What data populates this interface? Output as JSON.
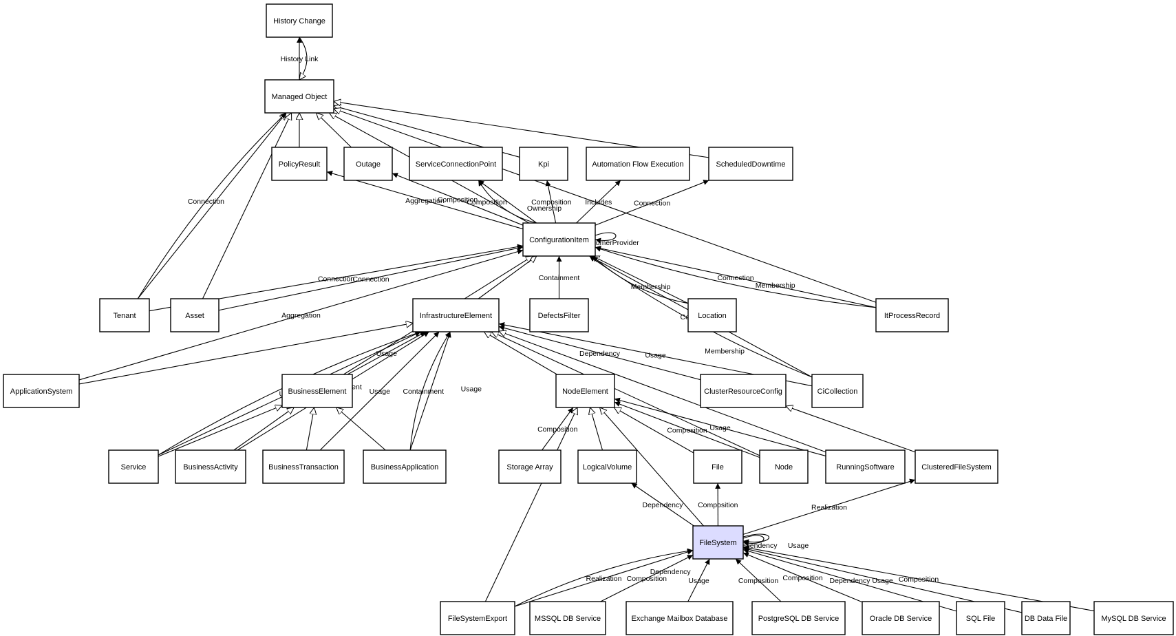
{
  "nodes": [
    {
      "id": "history_change",
      "label": "History Change"
    },
    {
      "id": "managed_object",
      "label": "Managed Object"
    },
    {
      "id": "policy_result",
      "label": "PolicyResult"
    },
    {
      "id": "outage",
      "label": "Outage"
    },
    {
      "id": "scp",
      "label": "ServiceConnectionPoint"
    },
    {
      "id": "kpi",
      "label": "Kpi"
    },
    {
      "id": "afe",
      "label": "Automation Flow Execution"
    },
    {
      "id": "sched",
      "label": "ScheduledDowntime"
    },
    {
      "id": "ci",
      "label": "ConfigurationItem"
    },
    {
      "id": "tenant",
      "label": "Tenant"
    },
    {
      "id": "asset",
      "label": "Asset"
    },
    {
      "id": "infra",
      "label": "InfrastructureElement"
    },
    {
      "id": "defects",
      "label": "DefectsFilter"
    },
    {
      "id": "location",
      "label": "Location"
    },
    {
      "id": "itpr",
      "label": "ItProcessRecord"
    },
    {
      "id": "appsys",
      "label": "ApplicationSystem"
    },
    {
      "id": "belem",
      "label": "BusinessElement"
    },
    {
      "id": "nodeelem",
      "label": "NodeElement"
    },
    {
      "id": "crc",
      "label": "ClusterResourceConfig"
    },
    {
      "id": "cicoll",
      "label": "CiCollection"
    },
    {
      "id": "service",
      "label": "Service"
    },
    {
      "id": "bact",
      "label": "BusinessActivity"
    },
    {
      "id": "btx",
      "label": "BusinessTransaction"
    },
    {
      "id": "bapp",
      "label": "BusinessApplication"
    },
    {
      "id": "storage",
      "label": "Storage Array"
    },
    {
      "id": "lvol",
      "label": "LogicalVolume"
    },
    {
      "id": "file",
      "label": "File"
    },
    {
      "id": "node",
      "label": "Node"
    },
    {
      "id": "rsw",
      "label": "RunningSoftware"
    },
    {
      "id": "cfs",
      "label": "ClusteredFileSystem"
    },
    {
      "id": "fs",
      "label": "FileSystem"
    },
    {
      "id": "fse",
      "label": "FileSystemExport"
    },
    {
      "id": "mssql",
      "label": "MSSQL DB Service"
    },
    {
      "id": "exch",
      "label": "Exchange Mailbox Database"
    },
    {
      "id": "pgsql",
      "label": "PostgreSQL DB Service"
    },
    {
      "id": "oracle",
      "label": "Oracle DB Service"
    },
    {
      "id": "sqlfile",
      "label": "SQL File"
    },
    {
      "id": "dbdata",
      "label": "DB Data File"
    },
    {
      "id": "mysql",
      "label": "MySQL DB Service"
    }
  ],
  "edges": [
    {
      "from": "managed_object",
      "to": "history_change",
      "label": "History Link",
      "kind": "assoc"
    },
    {
      "from": "history_change",
      "to": "managed_object",
      "label": "",
      "kind": "inherit"
    },
    {
      "from": "policy_result",
      "to": "managed_object",
      "label": "",
      "kind": "inherit"
    },
    {
      "from": "outage",
      "to": "managed_object",
      "label": "",
      "kind": "inherit"
    },
    {
      "from": "kpi",
      "to": "managed_object",
      "label": "",
      "kind": "inherit"
    },
    {
      "from": "sched",
      "to": "managed_object",
      "label": "",
      "kind": "inherit"
    },
    {
      "from": "itpr",
      "to": "managed_object",
      "label": "",
      "kind": "inherit"
    },
    {
      "from": "tenant",
      "to": "managed_object",
      "label": "",
      "kind": "inherit"
    },
    {
      "from": "asset",
      "to": "managed_object",
      "label": "",
      "kind": "inherit"
    },
    {
      "from": "ci",
      "to": "managed_object",
      "label": "",
      "kind": "inherit"
    },
    {
      "from": "tenant",
      "to": "managed_object",
      "label": "Connection",
      "kind": "assoc"
    },
    {
      "from": "ci",
      "to": "policy_result",
      "label": "Aggregation",
      "kind": "assoc"
    },
    {
      "from": "ci",
      "to": "outage",
      "label": "Composition",
      "kind": "assoc"
    },
    {
      "from": "ci",
      "to": "scp",
      "label": "Composition",
      "kind": "assoc"
    },
    {
      "from": "ci",
      "to": "scp",
      "label": "Ownership",
      "kind": "assoc"
    },
    {
      "from": "ci",
      "to": "kpi",
      "label": "Composition",
      "kind": "assoc"
    },
    {
      "from": "ci",
      "to": "afe",
      "label": "Includes",
      "kind": "assoc"
    },
    {
      "from": "ci",
      "to": "sched",
      "label": "Connection",
      "kind": "assoc"
    },
    {
      "from": "ci",
      "to": "ci",
      "label": "ConsumerProvider",
      "kind": "assoc"
    },
    {
      "from": "tenant",
      "to": "ci",
      "label": "Connection",
      "kind": "assoc"
    },
    {
      "from": "asset",
      "to": "ci",
      "label": "Connection",
      "kind": "assoc"
    },
    {
      "from": "appsys",
      "to": "ci",
      "label": "Aggregation",
      "kind": "assoc"
    },
    {
      "from": "infra",
      "to": "ci",
      "label": "",
      "kind": "inherit"
    },
    {
      "from": "belem",
      "to": "ci",
      "label": "",
      "kind": "inherit"
    },
    {
      "from": "defects",
      "to": "ci",
      "label": "Containment",
      "kind": "assoc"
    },
    {
      "from": "location",
      "to": "ci",
      "label": "",
      "kind": "inherit"
    },
    {
      "from": "location",
      "to": "ci",
      "label": "Membership",
      "kind": "assoc"
    },
    {
      "from": "cicoll",
      "to": "ci",
      "label": "Containment",
      "kind": "assoc"
    },
    {
      "from": "cicoll",
      "to": "ci",
      "label": "Membership",
      "kind": "assoc"
    },
    {
      "from": "itpr",
      "to": "ci",
      "label": "Connection",
      "kind": "assoc"
    },
    {
      "from": "itpr",
      "to": "ci",
      "label": "Membership",
      "kind": "assoc"
    },
    {
      "from": "appsys",
      "to": "infra",
      "label": "",
      "kind": "inherit"
    },
    {
      "from": "service",
      "to": "infra",
      "label": "Usage",
      "kind": "assoc"
    },
    {
      "from": "service",
      "to": "infra",
      "label": "Containment",
      "kind": "assoc"
    },
    {
      "from": "bact",
      "to": "infra",
      "label": "Usage",
      "kind": "assoc"
    },
    {
      "from": "belem",
      "to": "infra",
      "label": "Usage",
      "kind": "assoc"
    },
    {
      "from": "btx",
      "to": "infra",
      "label": "Usage",
      "kind": "assoc"
    },
    {
      "from": "bapp",
      "to": "infra",
      "label": "Containment",
      "kind": "assoc"
    },
    {
      "from": "bapp",
      "to": "infra",
      "label": "Usage",
      "kind": "assoc"
    },
    {
      "from": "nodeelem",
      "to": "infra",
      "label": "",
      "kind": "inherit"
    },
    {
      "from": "crc",
      "to": "infra",
      "label": "Dependency",
      "kind": "assoc"
    },
    {
      "from": "cicoll",
      "to": "infra",
      "label": "Usage",
      "kind": "assoc"
    },
    {
      "from": "node",
      "to": "infra",
      "label": "",
      "kind": "inherit"
    },
    {
      "from": "rsw",
      "to": "infra",
      "label": "",
      "kind": "inherit"
    },
    {
      "from": "service",
      "to": "belem",
      "label": "",
      "kind": "inherit"
    },
    {
      "from": "bact",
      "to": "belem",
      "label": "",
      "kind": "inherit"
    },
    {
      "from": "btx",
      "to": "belem",
      "label": "",
      "kind": "inherit"
    },
    {
      "from": "bapp",
      "to": "belem",
      "label": "",
      "kind": "inherit"
    },
    {
      "from": "storage",
      "to": "nodeelem",
      "label": "Composition",
      "kind": "assoc"
    },
    {
      "from": "lvol",
      "to": "nodeelem",
      "label": "",
      "kind": "inherit"
    },
    {
      "from": "file",
      "to": "nodeelem",
      "label": "",
      "kind": "inherit"
    },
    {
      "from": "node",
      "to": "nodeelem",
      "label": "Composition",
      "kind": "assoc"
    },
    {
      "from": "rsw",
      "to": "nodeelem",
      "label": "Usage",
      "kind": "assoc"
    },
    {
      "from": "fs",
      "to": "nodeelem",
      "label": "",
      "kind": "inherit"
    },
    {
      "from": "fse",
      "to": "nodeelem",
      "label": "",
      "kind": "inherit"
    },
    {
      "from": "cfs",
      "to": "crc",
      "label": "",
      "kind": "inherit"
    },
    {
      "from": "fs",
      "to": "lvol",
      "label": "Dependency",
      "kind": "assoc"
    },
    {
      "from": "fs",
      "to": "file",
      "label": "Composition",
      "kind": "assoc"
    },
    {
      "from": "fs",
      "to": "cfs",
      "label": "Realization",
      "kind": "assoc"
    },
    {
      "from": "fs",
      "to": "fs",
      "label": "Dependency",
      "kind": "assoc"
    },
    {
      "from": "fs",
      "to": "fs",
      "label": "Usage",
      "kind": "assoc"
    },
    {
      "from": "fse",
      "to": "fs",
      "label": "Realization",
      "kind": "assoc"
    },
    {
      "from": "fse",
      "to": "fs",
      "label": "Dependency",
      "kind": "assoc"
    },
    {
      "from": "mssql",
      "to": "fs",
      "label": "Composition",
      "kind": "assoc"
    },
    {
      "from": "exch",
      "to": "fs",
      "label": "Usage",
      "kind": "assoc"
    },
    {
      "from": "pgsql",
      "to": "fs",
      "label": "Composition",
      "kind": "assoc"
    },
    {
      "from": "oracle",
      "to": "fs",
      "label": "Composition",
      "kind": "assoc"
    },
    {
      "from": "sqlfile",
      "to": "fs",
      "label": "Dependency",
      "kind": "assoc"
    },
    {
      "from": "dbdata",
      "to": "fs",
      "label": "Usage",
      "kind": "assoc"
    },
    {
      "from": "mysql",
      "to": "fs",
      "label": "Composition",
      "kind": "assoc"
    }
  ],
  "colors": {
    "selected_fill": "#dcdcff",
    "stroke": "#000000",
    "background": "#ffffff"
  }
}
